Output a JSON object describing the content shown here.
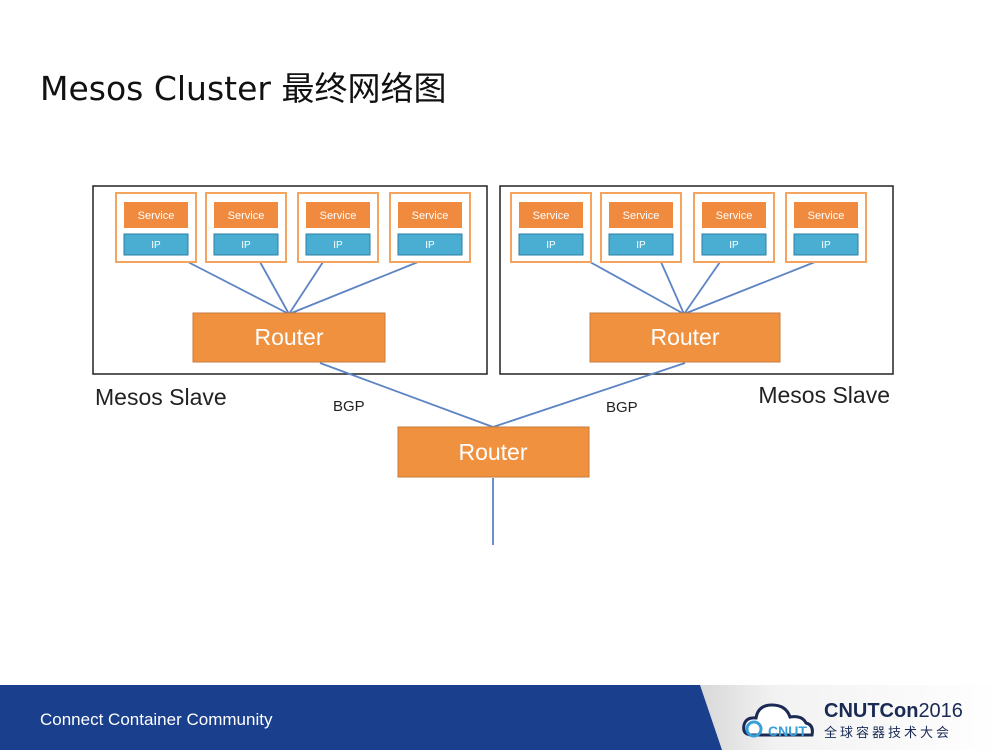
{
  "title": "Mesos Cluster 最终网络图",
  "diagram": {
    "left_slave": {
      "label": "Mesos Slave",
      "services": [
        {
          "service": "Service",
          "ip": "IP"
        },
        {
          "service": "Service",
          "ip": "IP"
        },
        {
          "service": "Service",
          "ip": "IP"
        },
        {
          "service": "Service",
          "ip": "IP"
        }
      ],
      "router": "Router"
    },
    "right_slave": {
      "label": "Mesos Slave",
      "services": [
        {
          "service": "Service",
          "ip": "IP"
        },
        {
          "service": "Service",
          "ip": "IP"
        },
        {
          "service": "Service",
          "ip": "IP"
        },
        {
          "service": "Service",
          "ip": "IP"
        }
      ],
      "router": "Router"
    },
    "core_router": "Router",
    "bgp_left": "BGP",
    "bgp_right": "BGP",
    "colors": {
      "router": "#f0913f",
      "service": "#ef8a3f",
      "ip": "#4aaed2",
      "frame": "#f4a45e",
      "line": "#5d84c4"
    }
  },
  "footer": {
    "tagline": "Connect Container Community",
    "brand_logo": "CNUT",
    "brand_name": "CNUTCon",
    "brand_year": "2016",
    "brand_subtitle": "全球容器技术大会"
  }
}
